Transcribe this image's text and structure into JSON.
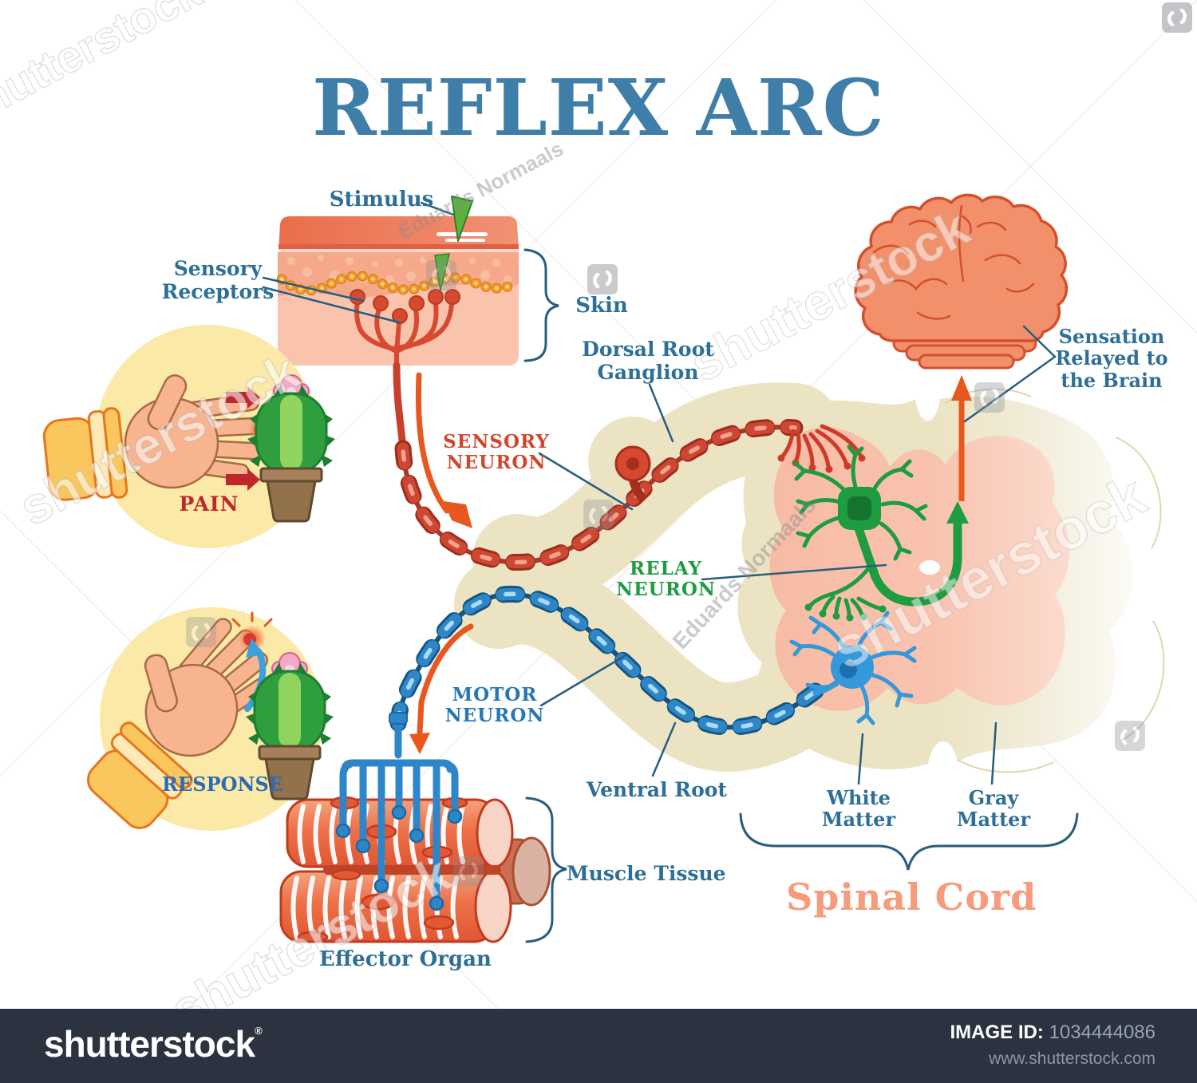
{
  "title": "REFLEX ARC",
  "diagram": {
    "labels": {
      "stimulus": "Stimulus",
      "sensory_receptors": "Sensory Receptors",
      "skin": "Skin",
      "dorsal_root_ganglion": "Dorsal Root Ganglion",
      "sensory_neuron": "SENSORY NEURON",
      "relay_neuron": "RELAY NEURON",
      "motor_neuron": "MOTOR NEURON",
      "ventral_root": "Ventral Root",
      "white_matter": "White Matter",
      "gray_matter": "Gray Matter",
      "spinal_cord": "Spinal Cord",
      "muscle_tissue": "Muscle Tissue",
      "effector_organ": "Effector Organ",
      "sensation_relayed": "Sensation Relayed to the Brain",
      "pain": "PAIN",
      "response": "RESPONSE"
    },
    "colors": {
      "title_blue": "#3e7ea8",
      "label_blue": "#2d6f96",
      "sensory_red": "#d1472b",
      "relay_green": "#1f9c40",
      "motor_blue": "#2577b5",
      "spinal_cord_salmon": "#f79b7d",
      "pain_red": "#c0272d",
      "response_blue": "#2a6cb5",
      "nerve_sheath_beige": "#ebe3c2",
      "gray_matter_salmon": "#f8c3af"
    }
  },
  "footer": {
    "brand": "shutterstock",
    "registered_mark": "®",
    "image_id_label": "IMAGE ID:",
    "image_id_value": "1034444086",
    "website": "www.shutterstock.com"
  },
  "watermark": {
    "text": "shutterstock",
    "artist": "Eduards Normaals"
  }
}
